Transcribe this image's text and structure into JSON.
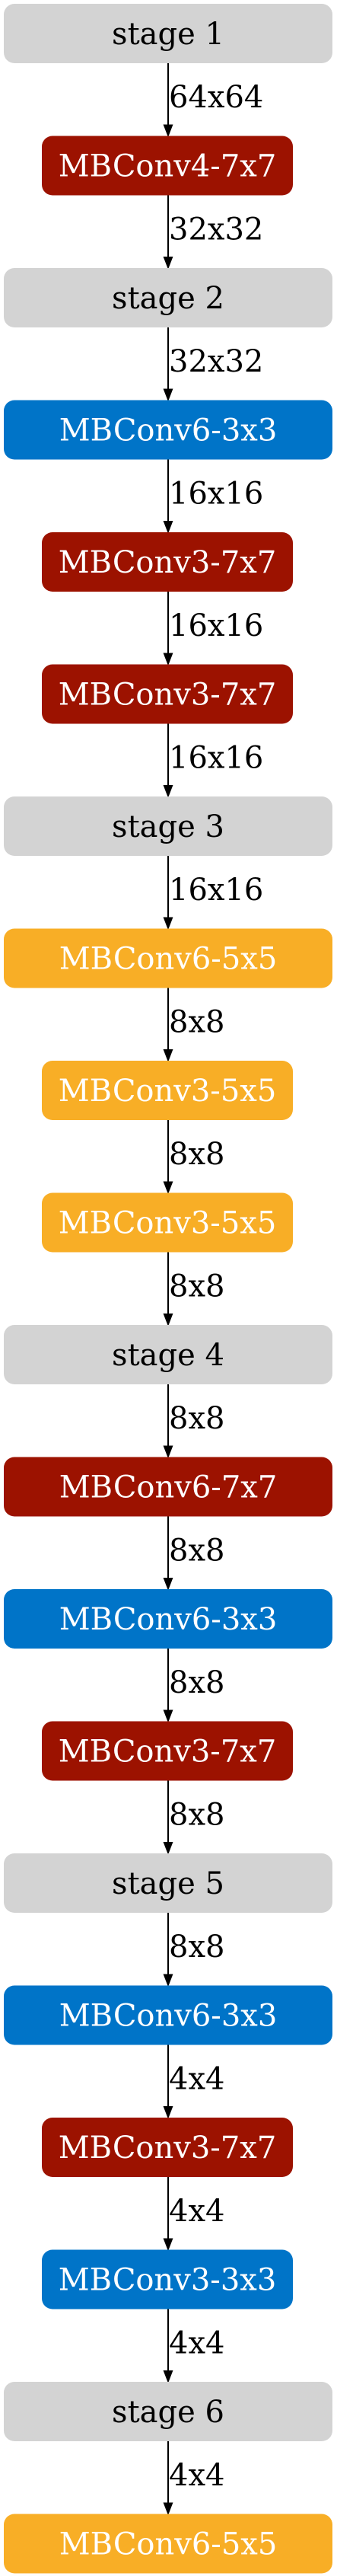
{
  "colors": {
    "stage": "#d3d3d3",
    "red": "#9c1200",
    "blue": "#0074c8",
    "orange": "#f8ae26",
    "stage_text": "#000000",
    "block_text": "#ffffff",
    "edge": "#000000"
  },
  "nodes": [
    {
      "label": "stage 1",
      "kind": "stage"
    },
    {
      "label": "MBConv4-7x7",
      "kind": "red"
    },
    {
      "label": "stage 2",
      "kind": "stage"
    },
    {
      "label": "MBConv6-3x3",
      "kind": "blue"
    },
    {
      "label": "MBConv3-7x7",
      "kind": "red"
    },
    {
      "label": "MBConv3-7x7",
      "kind": "red"
    },
    {
      "label": "stage 3",
      "kind": "stage"
    },
    {
      "label": "MBConv6-5x5",
      "kind": "orange"
    },
    {
      "label": "MBConv3-5x5",
      "kind": "orange"
    },
    {
      "label": "MBConv3-5x5",
      "kind": "orange"
    },
    {
      "label": "stage 4",
      "kind": "stage"
    },
    {
      "label": "MBConv6-7x7",
      "kind": "red"
    },
    {
      "label": "MBConv6-3x3",
      "kind": "blue"
    },
    {
      "label": "MBConv3-7x7",
      "kind": "red"
    },
    {
      "label": "stage 5",
      "kind": "stage"
    },
    {
      "label": "MBConv6-3x3",
      "kind": "blue"
    },
    {
      "label": "MBConv3-7x7",
      "kind": "red"
    },
    {
      "label": "MBConv3-3x3",
      "kind": "blue"
    },
    {
      "label": "stage 6",
      "kind": "stage"
    },
    {
      "label": "MBConv6-5x5",
      "kind": "orange"
    }
  ],
  "edges": [
    "64x64",
    "32x32",
    "32x32",
    "16x16",
    "16x16",
    "16x16",
    "16x16",
    "8x8",
    "8x8",
    "8x8",
    "8x8",
    "8x8",
    "8x8",
    "8x8",
    "8x8",
    "4x4",
    "4x4",
    "4x4",
    "4x4"
  ]
}
